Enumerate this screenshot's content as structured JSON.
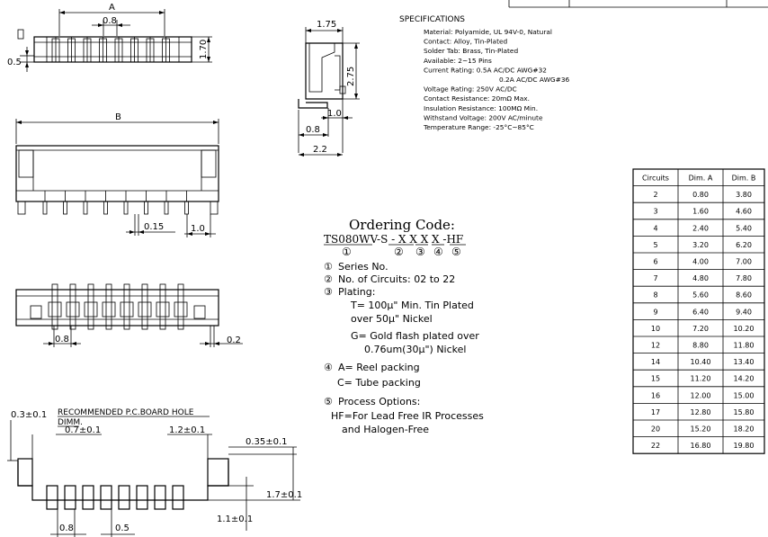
{
  "dimensions": {
    "top_view": {
      "a_label": "A",
      "pitch": "0.8",
      "height": "1.70",
      "lead": "0.5"
    },
    "side_view": {
      "width": "1.75",
      "height": "2.75",
      "tail": "1.0",
      "foot": "0.8",
      "overall": "2.2"
    },
    "front_view": {
      "b_label": "B",
      "gap": "0.15",
      "pitch": "1.0"
    },
    "bottom_view": {
      "pitch": "0.8",
      "tab": "0.2"
    },
    "pcb": {
      "title": "RECOMMENDED P.C.BOARD HOLE DIMM.",
      "edge": "0.3±0.1",
      "pad_width": "0.7±0.1",
      "tab_width": "1.2±0.1",
      "tab_gap": "0.35±0.1",
      "height": "1.7±0.1",
      "tab_height": "1.1±0.1",
      "pitch": "0.8",
      "pad": "0.5"
    }
  },
  "specifications": {
    "title": "SPECIFICATIONS",
    "lines": [
      "Material: Polyamide, UL 94V-0, Natural",
      "Contact: Alloy, Tin-Plated",
      "Solder Tab: Brass, Tin-Plated",
      "Available: 2~15 Pins",
      "Current Rating: 0.5A AC/DC AWG#32",
      "0.2A AC/DC AWG#36",
      "Voltage Rating: 250V AC/DC",
      "Contact Resistance: 20mΩ Max.",
      "Insulation Resistance: 100MΩ Min.",
      "Withstand Voltage: 200V AC/minute",
      "Temperature Range: -25°C~85°C"
    ]
  },
  "ordering": {
    "title": "Ordering Code:",
    "code": "TS080WV-S - X X  X  X -HF",
    "markers": [
      "①",
      "②",
      "③",
      "④",
      "⑤"
    ],
    "notes": [
      {
        "num": "①",
        "text": "Series No."
      },
      {
        "num": "②",
        "text": "No. of Circuits: 02 to 22"
      },
      {
        "num": "③",
        "text": "Plating:"
      },
      {
        "num": "",
        "text": "T= 100μ\" Min. Tin Plated"
      },
      {
        "num": "",
        "text": "over 50μ\" Nickel"
      },
      {
        "num": "",
        "text": "G= Gold flash plated over"
      },
      {
        "num": "",
        "text": "0.76um(30μ\") Nickel"
      },
      {
        "num": "④",
        "text": "A= Reel packing"
      },
      {
        "num": "",
        "text": "C= Tube packing"
      },
      {
        "num": "⑤",
        "text": "Process Options:"
      },
      {
        "num": "",
        "text": "HF=For Lead Free IR Processes"
      },
      {
        "num": "",
        "text": "and Halogen-Free"
      }
    ]
  },
  "table": {
    "headers": [
      "Circuits",
      "Dim. A",
      "Dim. B"
    ],
    "rows": [
      [
        "2",
        "0.80",
        "3.80"
      ],
      [
        "3",
        "1.60",
        "4.60"
      ],
      [
        "4",
        "2.40",
        "5.40"
      ],
      [
        "5",
        "3.20",
        "6.20"
      ],
      [
        "6",
        "4.00",
        "7.00"
      ],
      [
        "7",
        "4.80",
        "7.80"
      ],
      [
        "8",
        "5.60",
        "8.60"
      ],
      [
        "9",
        "6.40",
        "9.40"
      ],
      [
        "10",
        "7.20",
        "10.20"
      ],
      [
        "12",
        "8.80",
        "11.80"
      ],
      [
        "14",
        "10.40",
        "13.40"
      ],
      [
        "15",
        "11.20",
        "14.20"
      ],
      [
        "16",
        "12.00",
        "15.00"
      ],
      [
        "17",
        "12.80",
        "15.80"
      ],
      [
        "20",
        "15.20",
        "18.20"
      ],
      [
        "22",
        "16.80",
        "19.80"
      ]
    ]
  }
}
